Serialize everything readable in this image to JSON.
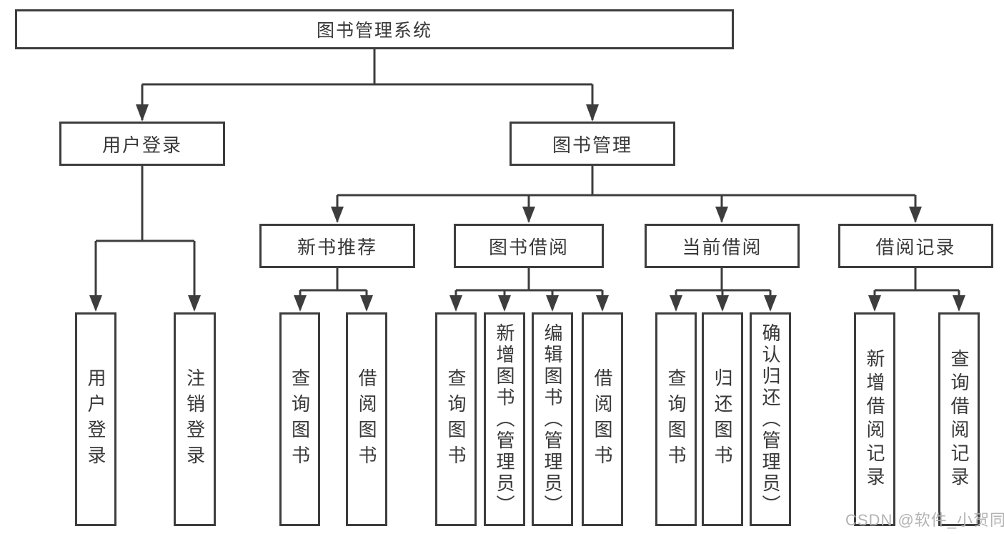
{
  "diagram": {
    "root": "图书管理系统",
    "branches": [
      {
        "label": "用户登录",
        "children": [
          "用户登录",
          "注销登录"
        ]
      },
      {
        "label": "图书管理",
        "modules": [
          {
            "label": "新书推荐",
            "children": [
              "查询图书",
              "借阅图书"
            ]
          },
          {
            "label": "图书借阅",
            "children": [
              "查询图书",
              "新增图书（管理员）",
              "编辑图书（管理员）",
              "借阅图书"
            ]
          },
          {
            "label": "当前借阅",
            "children": [
              "查询图书",
              "归还图书",
              "确认归还（管理员）"
            ]
          },
          {
            "label": "借阅记录",
            "children": [
              "新增借阅记录",
              "查询借阅记录"
            ]
          }
        ]
      }
    ]
  },
  "watermark": {
    "text": "CSDN @软件_小贺同学"
  },
  "colors": {
    "line": "#3d3d3d",
    "box_border": "#3d3d3d",
    "text": "#383838",
    "watermark": "#b3b3b3",
    "background": "#ffffff"
  }
}
